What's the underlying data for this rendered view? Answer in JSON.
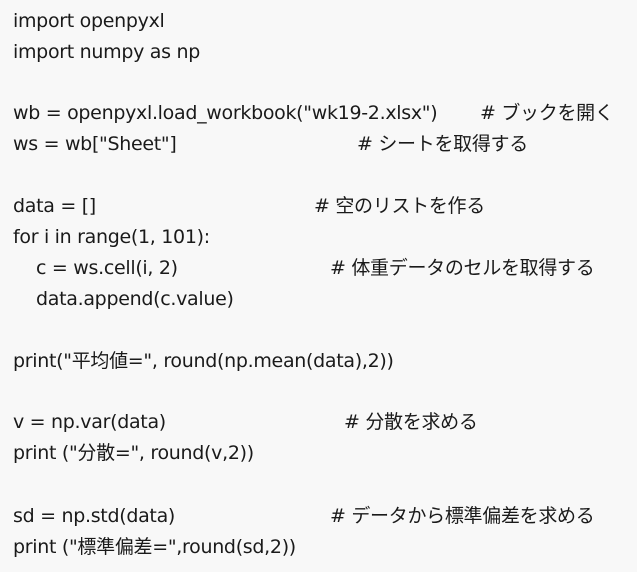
{
  "background_color": "#f8f8f8",
  "text_color": "#1a1a1a",
  "code": {
    "lines": [
      {
        "code": "import openpyxl",
        "comment": ""
      },
      {
        "code": "import numpy as np",
        "comment": ""
      },
      {
        "code": "",
        "comment": ""
      },
      {
        "code": "wb = openpyxl.load_workbook(\"wk19-2.xlsx\")",
        "comment": "# ブックを開く"
      },
      {
        "code": "ws = wb[\"Sheet\"]",
        "comment": "# シートを取得する"
      },
      {
        "code": "",
        "comment": ""
      },
      {
        "code": "data = []",
        "comment": "# 空のリストを作る"
      },
      {
        "code": "for i in range(1, 101):",
        "comment": ""
      },
      {
        "code": "c = ws.cell(i, 2)",
        "comment": "# 体重データのセルを取得する"
      },
      {
        "code": "data.append(c.value)",
        "comment": ""
      },
      {
        "code": "",
        "comment": ""
      },
      {
        "code": "print(\"平均値=\", round(np.mean(data),2))",
        "comment": ""
      },
      {
        "code": "",
        "comment": ""
      },
      {
        "code": "v = np.var(data)",
        "comment": "# 分散を求める"
      },
      {
        "code": "print (\"分散=\", round(v,2))",
        "comment": ""
      },
      {
        "code": "",
        "comment": ""
      },
      {
        "code": "sd = np.std(data)",
        "comment": "# データから標準偏差を求める"
      },
      {
        "code": "print (\"標準偏差=\",round(sd,2))",
        "comment": ""
      }
    ]
  }
}
